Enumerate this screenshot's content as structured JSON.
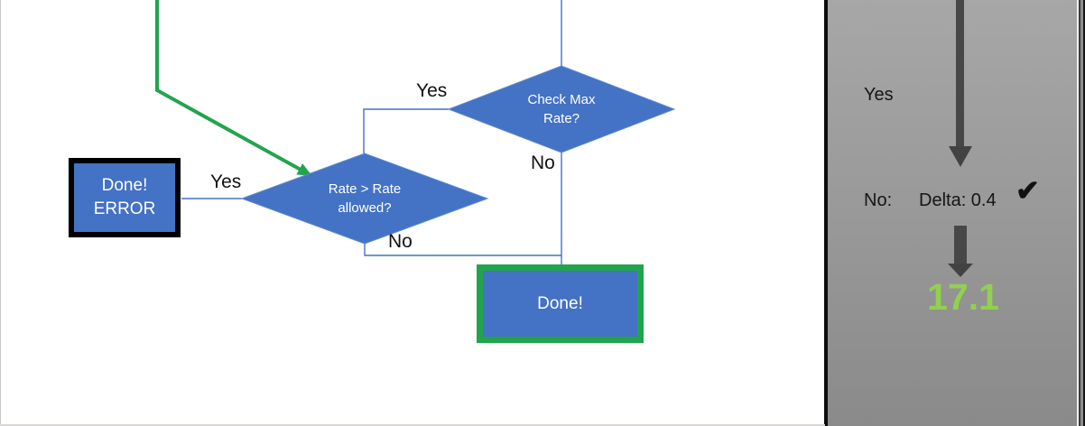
{
  "colors": {
    "shape_blue": "#4472C4",
    "connector_blue": "#4472C4",
    "flow_green": "#22A44E",
    "result_green": "#92D050",
    "arrow_gray": "#474747",
    "panel_gray_top": "#A7A7A7",
    "panel_gray_bottom": "#8A8A8A"
  },
  "flowchart": {
    "check_max_decision": {
      "line1": "Check Max",
      "line2": "Rate?"
    },
    "rate_decision": {
      "line1": "Rate > Rate",
      "line2": "allowed?"
    },
    "done_error_box": {
      "line1": "Done!",
      "line2": "ERROR"
    },
    "done_box": {
      "label": "Done!"
    },
    "edge_labels": {
      "check_max_yes": "Yes",
      "check_max_no": "No",
      "rate_yes": "Yes",
      "rate_no": "No"
    }
  },
  "side_panel": {
    "yes_label": "Yes",
    "no_label": "No:",
    "delta_value": "Delta: 0.4",
    "check_mark": "✔",
    "result_value": "17.1"
  }
}
